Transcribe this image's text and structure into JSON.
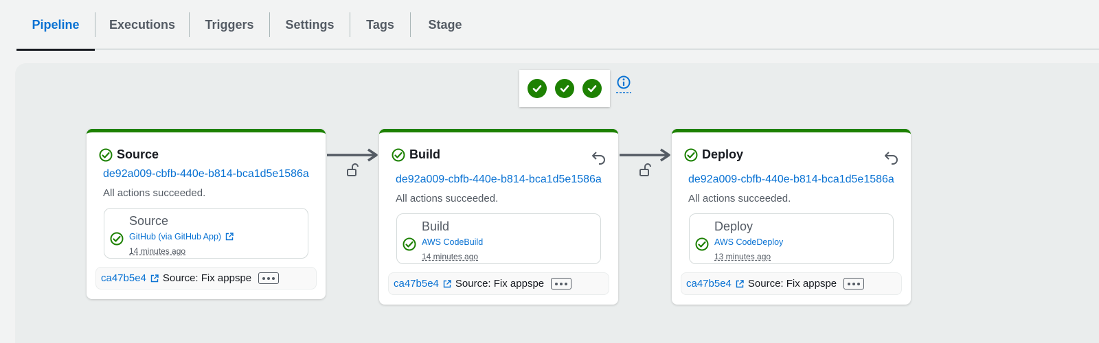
{
  "tabs": [
    {
      "label": "Pipeline",
      "active": true
    },
    {
      "label": "Executions"
    },
    {
      "label": "Triggers"
    },
    {
      "label": "Settings"
    },
    {
      "label": "Tags"
    },
    {
      "label": "Stage"
    }
  ],
  "summary": {
    "icons": [
      "check-circle-icon",
      "check-circle-icon",
      "check-circle-icon"
    ],
    "info_icon": "info-icon"
  },
  "colors": {
    "success": "#1d8102",
    "link": "#0972d3",
    "text_secondary": "#545b64"
  },
  "stages": [
    {
      "name": "Source",
      "execution_id": "de92a009-cbfb-440e-b814-bca1d5e1586a",
      "status": "All actions succeeded.",
      "retry": false,
      "action": {
        "name": "Source",
        "provider": "GitHub (via GitHub App)",
        "provider_external": true,
        "time": "14 minutes ago"
      },
      "commit": {
        "id": "ca47b5e4",
        "message": "Source: Fix appspe"
      }
    },
    {
      "name": "Build",
      "execution_id": "de92a009-cbfb-440e-b814-bca1d5e1586a",
      "status": "All actions succeeded.",
      "retry": true,
      "action": {
        "name": "Build",
        "provider": "AWS CodeBuild",
        "provider_external": false,
        "time": "14 minutes ago"
      },
      "commit": {
        "id": "ca47b5e4",
        "message": "Source: Fix appspe"
      }
    },
    {
      "name": "Deploy",
      "execution_id": "de92a009-cbfb-440e-b814-bca1d5e1586a",
      "status": "All actions succeeded.",
      "retry": true,
      "action": {
        "name": "Deploy",
        "provider": "AWS CodeDeploy",
        "provider_external": false,
        "time": "13 minutes ago"
      },
      "commit": {
        "id": "ca47b5e4",
        "message": "Source: Fix appspe"
      }
    }
  ]
}
